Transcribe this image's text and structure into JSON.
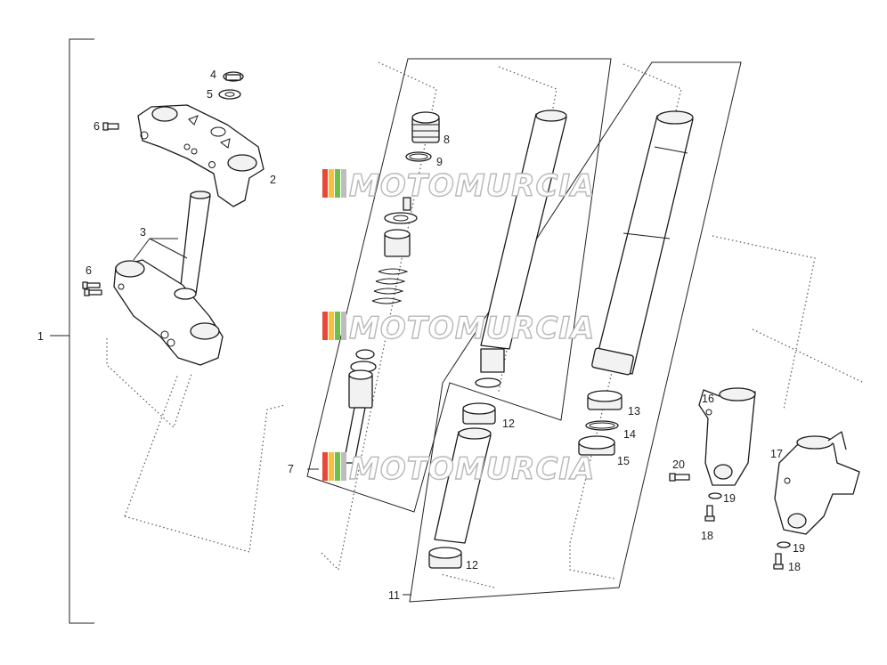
{
  "watermark": {
    "text": "MOTOMURCIA",
    "colors": [
      "#e8473c",
      "#f5c23a",
      "#6cc04a",
      "#bdbdbd"
    ]
  },
  "callouts": {
    "c1": "1",
    "c2": "2",
    "c3": "3",
    "c4": "4",
    "c5": "5",
    "c6a": "6",
    "c6b": "6",
    "c7": "7",
    "c8": "8",
    "c9": "9",
    "c11": "11",
    "c12a": "12",
    "c12b": "12",
    "c13": "13",
    "c14": "14",
    "c15": "15",
    "c16": "16",
    "c17": "17",
    "c18a": "18",
    "c18b": "18",
    "c19a": "19",
    "c19b": "19",
    "c20": "20"
  }
}
